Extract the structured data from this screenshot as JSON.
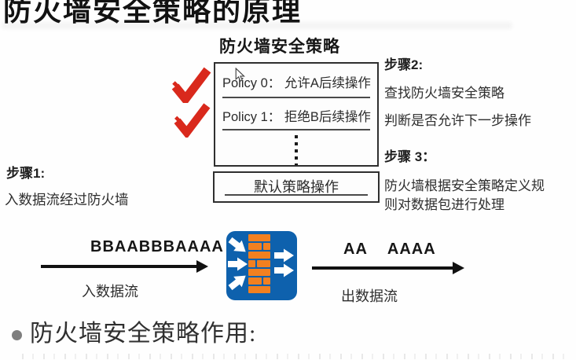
{
  "title": "防火墙安全策略的原理",
  "policy_panel": {
    "header": "防火墙安全策略",
    "rows": [
      "Policy 0： 允许A后续操作",
      "Policy 1： 拒绝B后续操作"
    ],
    "default_action": "默认策略操作"
  },
  "steps": {
    "step1_label": "步骤1:",
    "step1_text": "入数据流经过防火墙",
    "step2_label": "步骤2:",
    "step2_line1": "查找防火墙安全策略",
    "step2_line2": "判断是否允许下一步操作",
    "step3_label": "步骤 3：",
    "step3_text": "防火墙根据安全策略定义规则对数据包进行处理"
  },
  "flow": {
    "in_data": "BBAABBBAAAA",
    "in_caption": "入数据流",
    "out_data_a": "AA",
    "out_data_b": "AAAA",
    "out_caption": "出数据流"
  },
  "footer_bullet": "防火墙安全策略作用:",
  "icons": {
    "checkmark": "red-checkmark",
    "firewall": "firewall-brick-wall",
    "cursor": "mouse-pointer"
  },
  "colors": {
    "checkmark_red": "#d9291c",
    "firewall_blue": "#0e61ad",
    "brick_orange": "#f28020",
    "arrow_black": "#111111",
    "text_dark": "#1f1f1f"
  }
}
